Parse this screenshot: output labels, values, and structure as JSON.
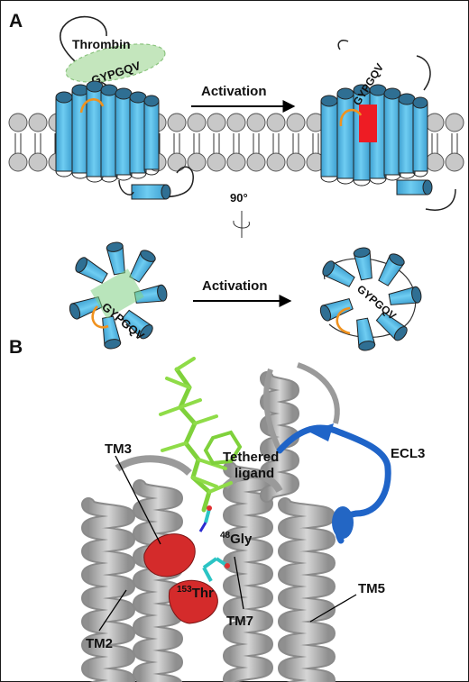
{
  "panel_a": {
    "letter": "A",
    "thrombin_label": "Thrombin",
    "sequence_left": "GYPGQV",
    "sequence_right": "GYPGQV",
    "activation_top": "Activation",
    "rotation_label": "90°",
    "sequence_bottom_left": "GYPGQV",
    "sequence_bottom_right": "GYPGQV",
    "activation_bottom": "Activation"
  },
  "panel_b": {
    "letter": "B",
    "tethered_ligand": "Tethered",
    "tethered_ligand_2": "ligand",
    "tm3": "TM3",
    "ecl3": "ECL3",
    "gly_sup": "48",
    "gly": "Gly",
    "thr_sup": "153",
    "thr": "Thr",
    "tm5": "TM5",
    "tm7": "TM7",
    "tm2": "TM2"
  },
  "colors": {
    "helix_blue": "#5bbfea",
    "helix_dark": "#2f6f93",
    "membrane_grey": "#c8c8c8",
    "loop_orange": "#f0921e",
    "active_red": "#ee1c24",
    "thrombin_green": "#b8e0b0",
    "ligand_green": "#7fd13b",
    "ecl3_blue": "#1f64c8",
    "tm_red": "#d42b2b",
    "ribbon_grey": "#b9b9b9"
  }
}
